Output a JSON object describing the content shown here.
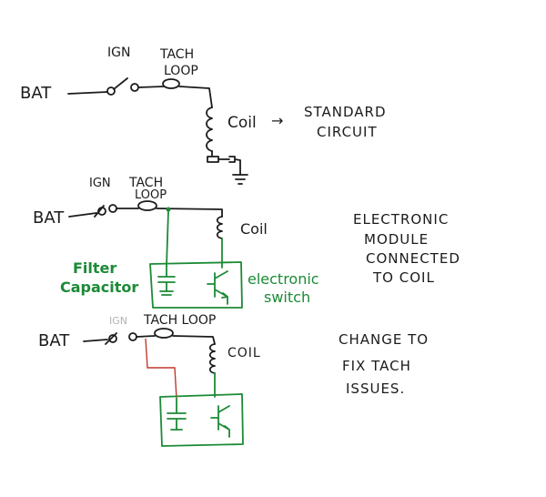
{
  "circuit1": {
    "bat": "BAT",
    "ign": "IGN",
    "tach_line1": "TACH",
    "tach_line2": "LOOP",
    "coil": "Coil",
    "arrow": "→",
    "note_line1": "STANDARD",
    "note_line2": "CIRCUIT"
  },
  "circuit2": {
    "bat": "BAT",
    "ign": "IGN",
    "tach_line1": "TACH",
    "tach_line2": "LOOP",
    "coil": "Coil",
    "filter_line1": "Filter",
    "filter_line2": "Capacitor",
    "switch_line1": "electronic",
    "switch_line2": "switch",
    "note_line1": "ELECTRONIC",
    "note_line2": "MODULE",
    "note_line3": "CONNECTED",
    "note_line4": "TO COIL"
  },
  "circuit3": {
    "bat": "BAT",
    "ign": "IGN",
    "tach": "TACH LOOP",
    "coil": "COIL",
    "note_line1": "CHANGE TO",
    "note_line2": "FIX TACH",
    "note_line3": "ISSUES."
  },
  "colors": {
    "ink": "#1b1b1b",
    "module": "#1c8a36",
    "changed_wire": "#c0392b"
  }
}
